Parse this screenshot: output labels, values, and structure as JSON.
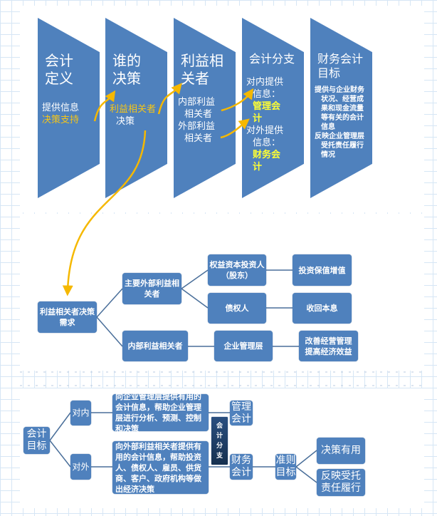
{
  "top": {
    "c1": {
      "title": "会计定义",
      "items": [
        "提供信息",
        "决策支持"
      ]
    },
    "c2": {
      "title": "谁的决策",
      "item_a": "利益相关者",
      "item_b": "决策"
    },
    "c3": {
      "title": "利益相关者",
      "items": [
        "内部利益相关者",
        "外部利益相关者"
      ]
    },
    "c4": {
      "title": "会计分支",
      "i1a": "对内提供信息：",
      "i1b": "管理会计",
      "i2a": "对外提供信息：",
      "i2b": "财务会计"
    },
    "c5": {
      "title": "财务会计目标",
      "items": [
        "提供与企业财务状况、经营成果和现金流量等有关的会计信息",
        "反映企业管理层受托责任履行情况"
      ]
    }
  },
  "middle": {
    "root": "利益相关者决策需求",
    "external": "主要外部利益相关者",
    "internal": "内部利益相关者",
    "equity": "权益资本投资人（股东）",
    "creditor": "债权人",
    "equity_goal": "投资保值增值",
    "creditor_goal": "收回本息",
    "management": "企业管理层",
    "management_goal": "改善经营管理提高经济效益"
  },
  "bottom": {
    "root": "会计目标",
    "inner": "对内",
    "outer": "对外",
    "inner_desc": "向企业管理层提供有用的会计信息，帮助企业管理层进行分析、预测、控制和决策",
    "outer_desc": "向外部利益相关者提供有用的会计信息，帮助投资人、债权人、雇员、供货商、客户、政府机构等做出经济决策",
    "branch": "会计分支",
    "mgmt_acc": "管理会计",
    "fin_acc": "财务会计",
    "criteria": "准则目标",
    "goal1": "决策有用",
    "goal2": "反映受托责任履行"
  },
  "colors": {
    "box": "#4f81bd",
    "arrow": "#f5b800",
    "dark": "#1f3d66"
  }
}
